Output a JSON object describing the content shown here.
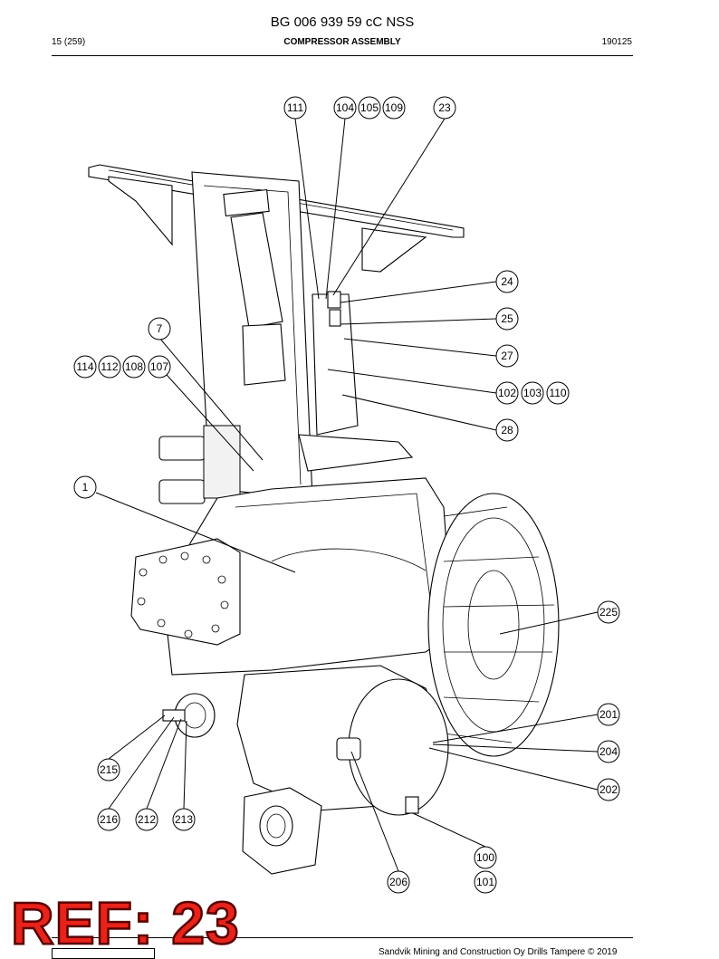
{
  "header": {
    "document_number": "BG 006 939 59 cC NSS",
    "page": "15 (259)",
    "section_title": "COMPRESSOR ASSEMBLY",
    "date_code": "190125"
  },
  "reference_stamp": "REF: 23",
  "footer": {
    "copyright": "Sandvik Mining and Construction Oy Drills Tampere © 2019"
  },
  "callouts": [
    "111",
    "104",
    "105",
    "109",
    "23",
    "24",
    "25",
    "27",
    "102",
    "103",
    "110",
    "28",
    "7",
    "114",
    "112",
    "108",
    "107",
    "1",
    "225",
    "201",
    "204",
    "202",
    "215",
    "216",
    "212",
    "213",
    "100",
    "206",
    "101"
  ]
}
